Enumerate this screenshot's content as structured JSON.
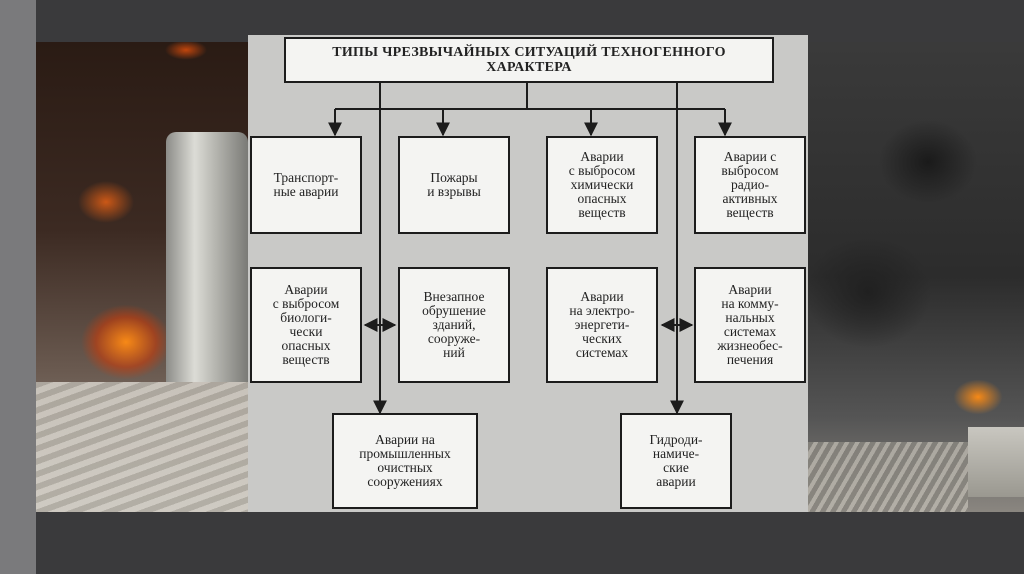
{
  "diagram": {
    "title": "ТИПЫ ЧРЕЗВЫЧАЙНЫХ СИТУАЦИЙ ТЕХНОГЕННОГО\nХАРАКТЕРА",
    "row1": [
      "Транспорт-\nные аварии",
      "Пожары\nи взрывы",
      "Аварии\nс выбросом\nхимически\nопасных\nвеществ",
      "Аварии с\nвыбросом\nрадио-\nактивных\nвеществ"
    ],
    "row2": [
      "Аварии\nс выбросом\nбиологи-\nчески\nопасных\nвеществ",
      "Внезапное\nобрушение\nзданий,\nсооруже-\nний",
      "Аварии\nна электро-\nэнергети-\nческих\nсистемах",
      "Аварии\nна комму-\nнальных\nсистемах\nжизнеобес-\nпечения"
    ],
    "row3": [
      "Аварии на\nпромышленных\nочистных\nсооружениях",
      "Гидроди-\nнамиче-\nские\nаварии"
    ]
  }
}
